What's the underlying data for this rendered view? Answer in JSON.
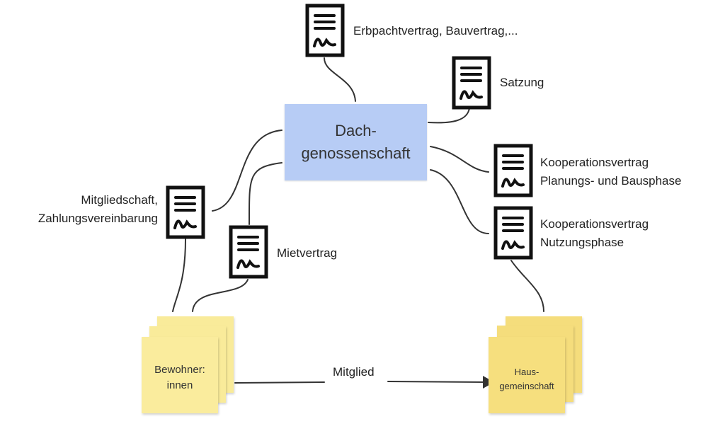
{
  "central_node": {
    "line1": "Dach-",
    "line2": "genossenschaft"
  },
  "documents": {
    "erbpacht": {
      "label": "Erbpachtvertrag, Bauvertrag,..."
    },
    "satzung": {
      "label": "Satzung"
    },
    "koop_bau": {
      "line1": "Kooperationsvertrag",
      "line2": "Planungs- und Bausphase"
    },
    "koop_nutzung": {
      "line1": "Kooperationsvertrag",
      "line2": "Nutzungsphase"
    },
    "mitglied": {
      "line1": "Mitgliedschaft,",
      "line2": "Zahlungsvereinbarung"
    },
    "miet": {
      "label": "Mietvertrag"
    }
  },
  "sticky_notes": {
    "bewohner": {
      "line1": "Bewohner:",
      "line2": "innen",
      "color": "#f9eb9a"
    },
    "haus": {
      "line1": "Haus-",
      "line2": "gemeinschaft",
      "color": "#f6df7e"
    }
  },
  "edges": {
    "mitglied_label": "Mitglied"
  },
  "colors": {
    "central": "#b7ccf5",
    "line": "#333333",
    "icon": "#111111"
  },
  "icons": {
    "document": "contract-document-icon"
  }
}
